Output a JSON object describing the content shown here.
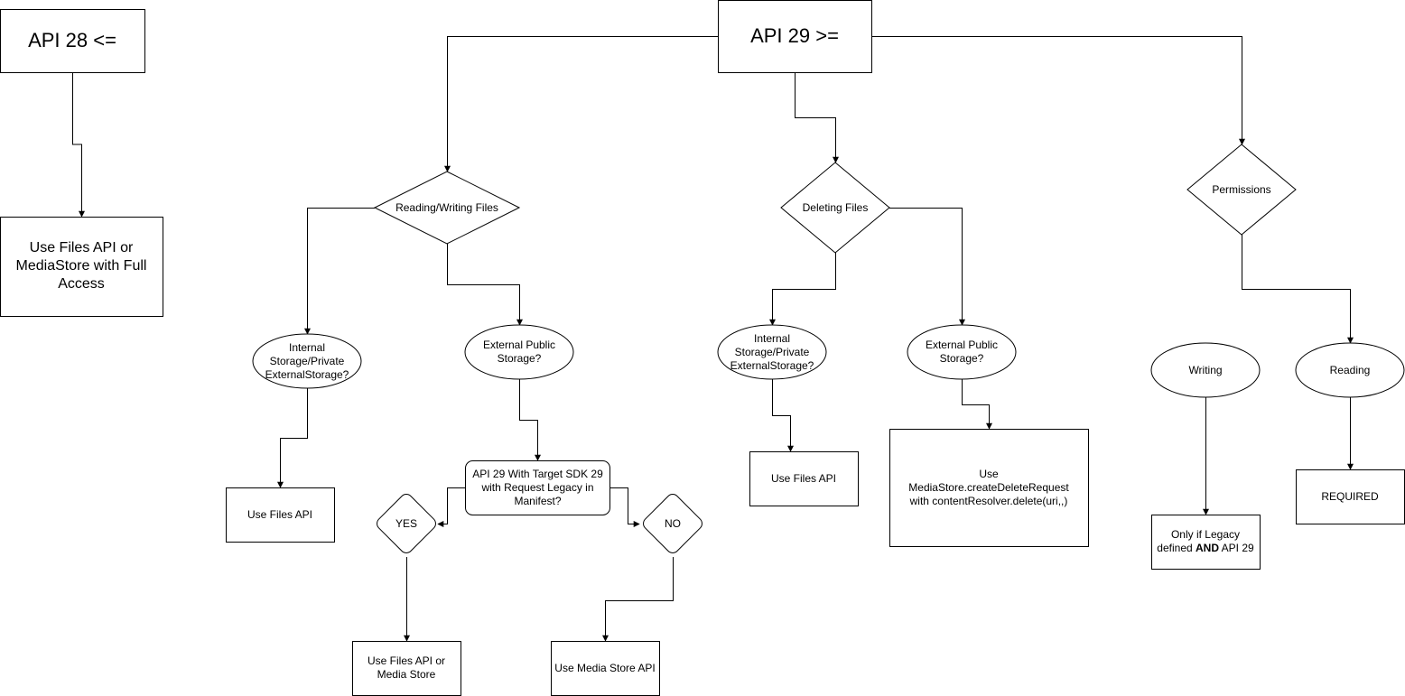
{
  "diagram": {
    "api28": {
      "label": "API 28 <="
    },
    "api28_action": {
      "label": "Use Files API or MediaStore with Full Access"
    },
    "api29": {
      "label": "API 29 >="
    },
    "rw": {
      "label": "Reading/Writing Files",
      "internal": {
        "label": "Internal Storage/Private ExternalStorage?"
      },
      "internal_action": {
        "label": "Use Files API"
      },
      "external": {
        "label": "External Public Storage?"
      },
      "legacy_question": {
        "label": "API 29 With Target SDK 29 with Request Legacy in Manifest?"
      },
      "yes": {
        "label": "YES"
      },
      "no": {
        "label": "NO"
      },
      "yes_action": {
        "label": "Use Files API or Media Store"
      },
      "no_action": {
        "label": "Use Media Store API"
      }
    },
    "del": {
      "label": "Deleting Files",
      "internal": {
        "label": "Internal Storage/Private ExternalStorage?"
      },
      "internal_action": {
        "label": "Use Files API"
      },
      "external": {
        "label": "External Public Storage?"
      },
      "external_action": {
        "label": "Use MediaStore.createDeleteRequest with contentResolver.delete(uri,,)"
      }
    },
    "perm": {
      "label": "Permissions",
      "writing": {
        "label": "Writing"
      },
      "writing_action": {
        "pre": "Only if Legacy defined ",
        "strong": "AND",
        "post": " API 29"
      },
      "reading": {
        "label": "Reading"
      },
      "reading_action": {
        "label": "REQUIRED"
      }
    }
  }
}
